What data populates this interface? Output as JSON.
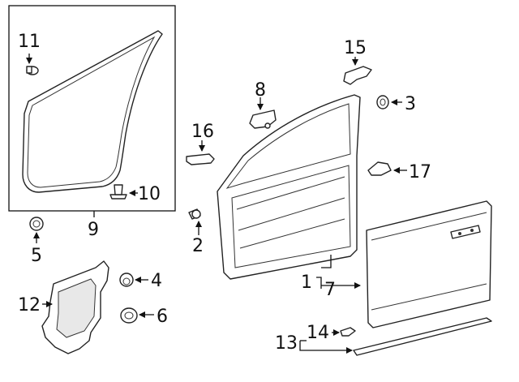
{
  "callouts": {
    "c1": "1",
    "c2": "2",
    "c3": "3",
    "c4": "4",
    "c5": "5",
    "c6": "6",
    "c7": "7",
    "c9": "9",
    "c10": "10",
    "c11": "11",
    "c12": "12",
    "c13": "13",
    "c14": "14",
    "c15": "15",
    "c16": "16",
    "c17": "17",
    "c8": "8"
  }
}
